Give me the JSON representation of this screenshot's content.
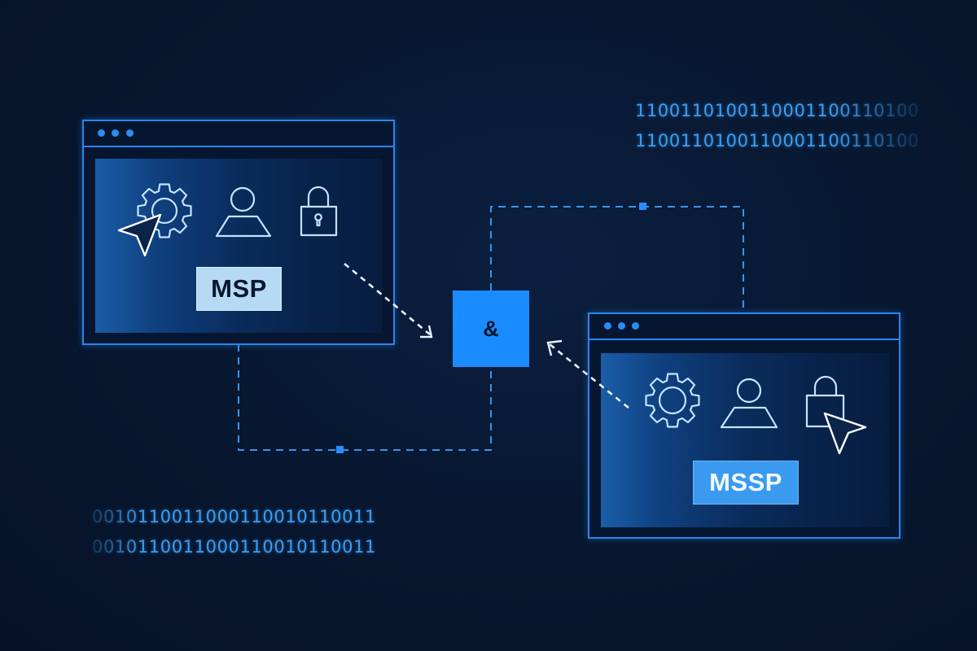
{
  "diagram": {
    "left_window": {
      "label": "MSP",
      "icons": [
        "gear-icon",
        "user-icon",
        "padlock-icon",
        "cursor-arrow-icon"
      ],
      "titlebar_dots": 3
    },
    "right_window": {
      "label": "MSSP",
      "icons": [
        "gear-icon",
        "user-icon",
        "padlock-icon",
        "cursor-arrow-icon"
      ],
      "titlebar_dots": 3
    },
    "connector": {
      "label": "&"
    },
    "binary_top": [
      "1100110100110001100110100",
      "1100110100110001100110100"
    ],
    "binary_bottom": [
      "0010110011000110010110011",
      "0010110011000110010110011"
    ],
    "colors": {
      "background": "#081831",
      "accent": "#1a8cff",
      "line": "#2a86ec",
      "icon_stroke": "#b9e0ff",
      "msp_badge": "#b7daf4",
      "mssp_badge": "#3a9af0"
    }
  }
}
